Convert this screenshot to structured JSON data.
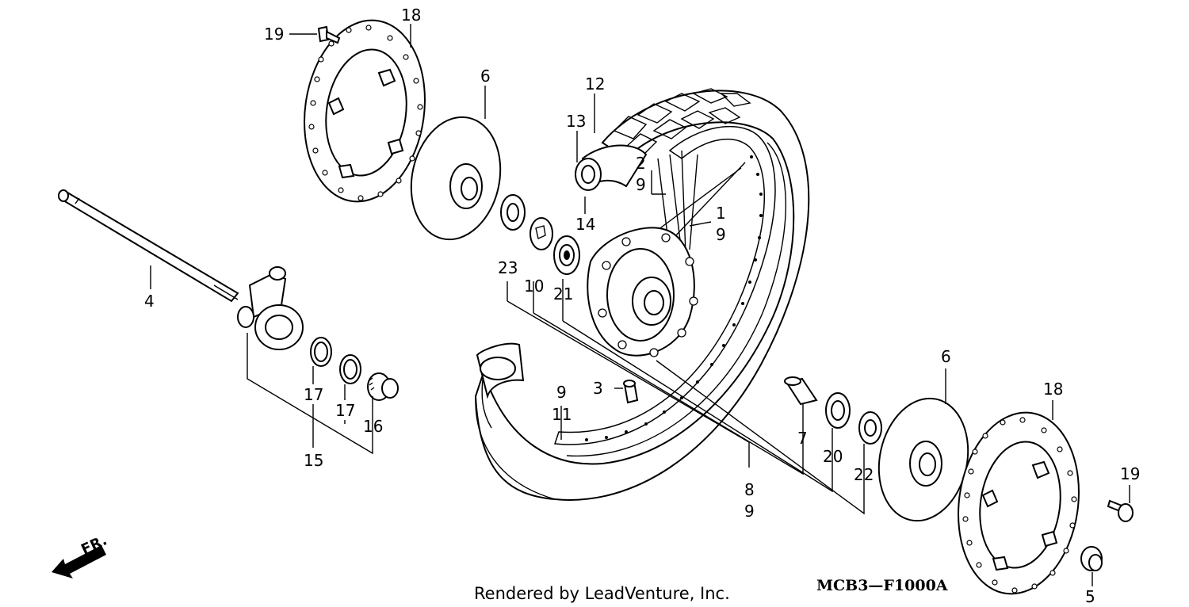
{
  "diagram_code": "MCB3—F1000A",
  "credit": "Rendered by LeadVenture, Inc.",
  "direction_label": "FR.",
  "callouts": {
    "c18a": "18",
    "c19a": "19",
    "c6a": "6",
    "c12": "12",
    "c13": "13",
    "c2": "2",
    "c9a": "9",
    "c1": "1",
    "c9b": "9",
    "c14": "14",
    "c23": "23",
    "c10": "10",
    "c21": "21",
    "c4": "4",
    "c17a": "17",
    "c17b": "17",
    "c16": "16",
    "c15": "15",
    "c9c": "9",
    "c3": "3",
    "c11": "11",
    "c7": "7",
    "c20": "20",
    "c22": "22",
    "c8": "8",
    "c9d": "9",
    "c6b": "6",
    "c18b": "18",
    "c19b": "19",
    "c5": "5"
  }
}
